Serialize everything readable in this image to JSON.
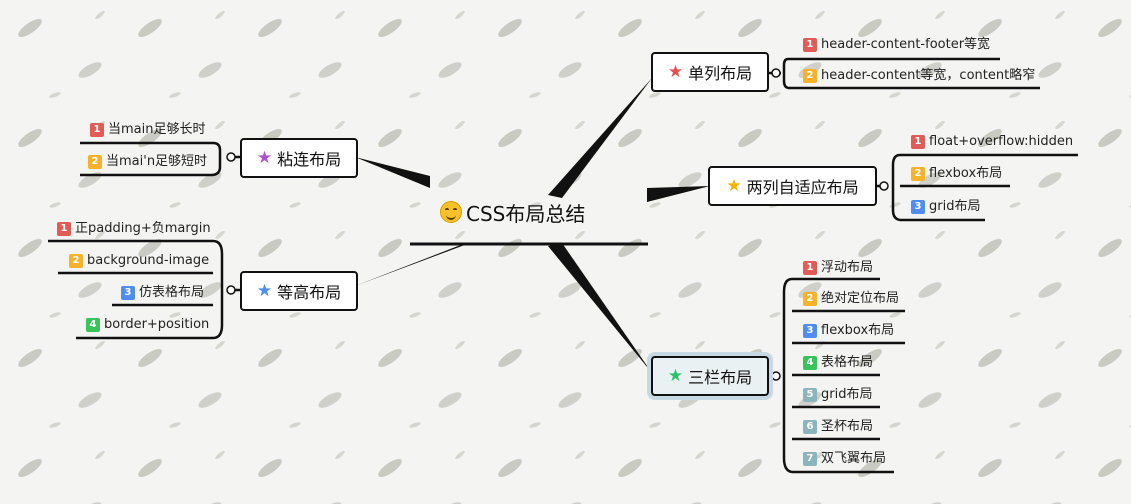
{
  "root": {
    "title": "CSS布局总结"
  },
  "colors": {
    "badge_1": "#e15b57",
    "badge_2": "#f5b22a",
    "badge_3": "#4f8ef0",
    "badge_4": "#36c45b",
    "badge_5": "#8cb4bd",
    "badge_6": "#8cb4bd",
    "badge_7": "#8cb4bd",
    "star_red": "#e5504c",
    "star_yellow": "#f5b400",
    "star_purple": "#b050d0",
    "star_blue": "#4d8ff0",
    "star_green": "#2ec06d"
  },
  "branches": {
    "single": {
      "title": "单列布局",
      "star": "red-star-icon",
      "items": [
        "header-content-footer等宽",
        "header-content等宽，content略窄"
      ]
    },
    "two": {
      "title": "两列自适应布局",
      "star": "yellow-star-icon",
      "items": [
        "float+overflow:hidden",
        "flexbox布局",
        "grid布局"
      ]
    },
    "three": {
      "title": "三栏布局",
      "star": "green-star-icon",
      "items": [
        "浮动布局",
        "绝对定位布局",
        "flexbox布局",
        "表格布局",
        "grid布局",
        "圣杯布局",
        "双飞翼布局"
      ]
    },
    "sticky": {
      "title": "粘连布局",
      "star": "purple-star-icon",
      "items": [
        "当main足够长时",
        "当mai'n足够短时"
      ]
    },
    "equal": {
      "title": "等高布局",
      "star": "blue-star-icon",
      "items": [
        "正padding+负margin",
        "background-image",
        "仿表格布局",
        "border+position"
      ]
    }
  }
}
